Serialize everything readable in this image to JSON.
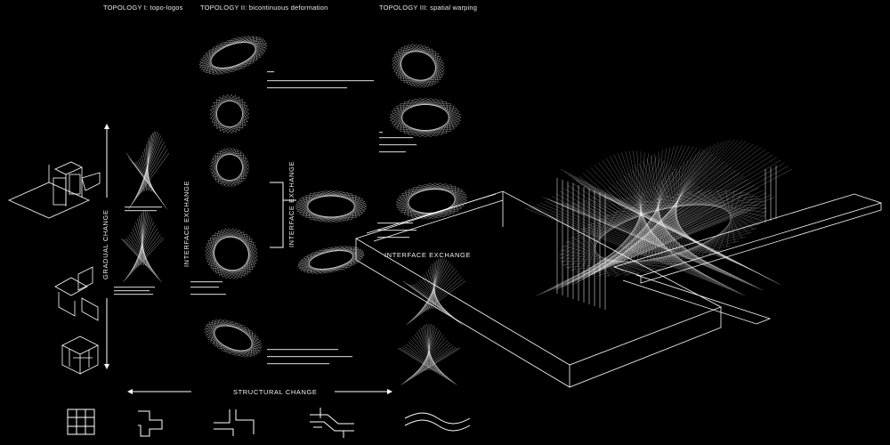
{
  "headers": {
    "t1": "TOPOLOGY I: topo-logos",
    "t2": "TOPOLOGY II: bicontinuous deformation",
    "t3": "TOPOLOGY III:  spatial warping"
  },
  "labels": {
    "gradual": "GRADUAL CHANGE",
    "interface_a": "INTERFACE EXCHANGE",
    "interface_b": "INTERFACE EXCHANGE",
    "interface_c": "INTERFACE EXCHANGE",
    "structural": "STRUCTURAL CHANGE"
  },
  "colors": {
    "background": "#000000",
    "line": "#ffffff"
  }
}
